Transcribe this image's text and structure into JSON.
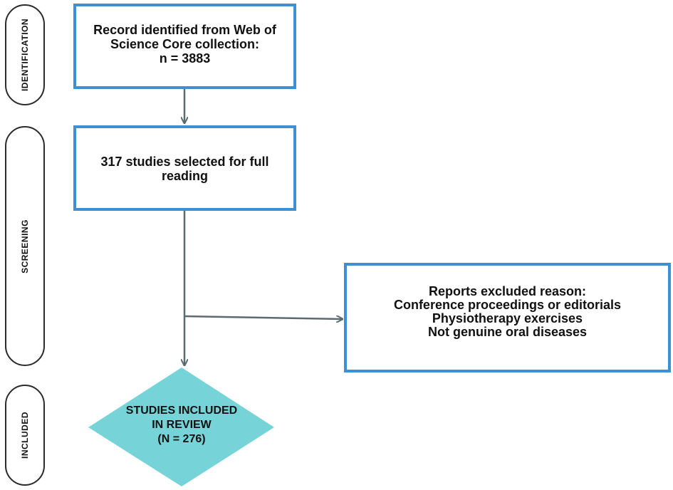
{
  "phases": {
    "identification": "IDENTIFICATION",
    "screening": "SCREENING",
    "included": "INCLUDED"
  },
  "identified_box": {
    "line1": "Record identified from Web of",
    "line2": "Science Core collection:",
    "line3": "n = 3883"
  },
  "selected_box": {
    "line1": "317 studies selected for full",
    "line2": "reading"
  },
  "excluded_box": {
    "title": "Reports excluded reason:",
    "reasons": [
      "Conference proceedings or editorials",
      "Physiotherapy exercises",
      "Not genuine oral diseases"
    ]
  },
  "included_diamond": {
    "line1": "STUDIES INCLUDED",
    "line2": "IN REVIEW",
    "line3": "(N = 276)"
  },
  "colors": {
    "box_border": "#3f8fd3",
    "arrow": "#5b6b72",
    "diamond_fill": "#76d3d8",
    "phase_border": "#2b2b2b"
  }
}
